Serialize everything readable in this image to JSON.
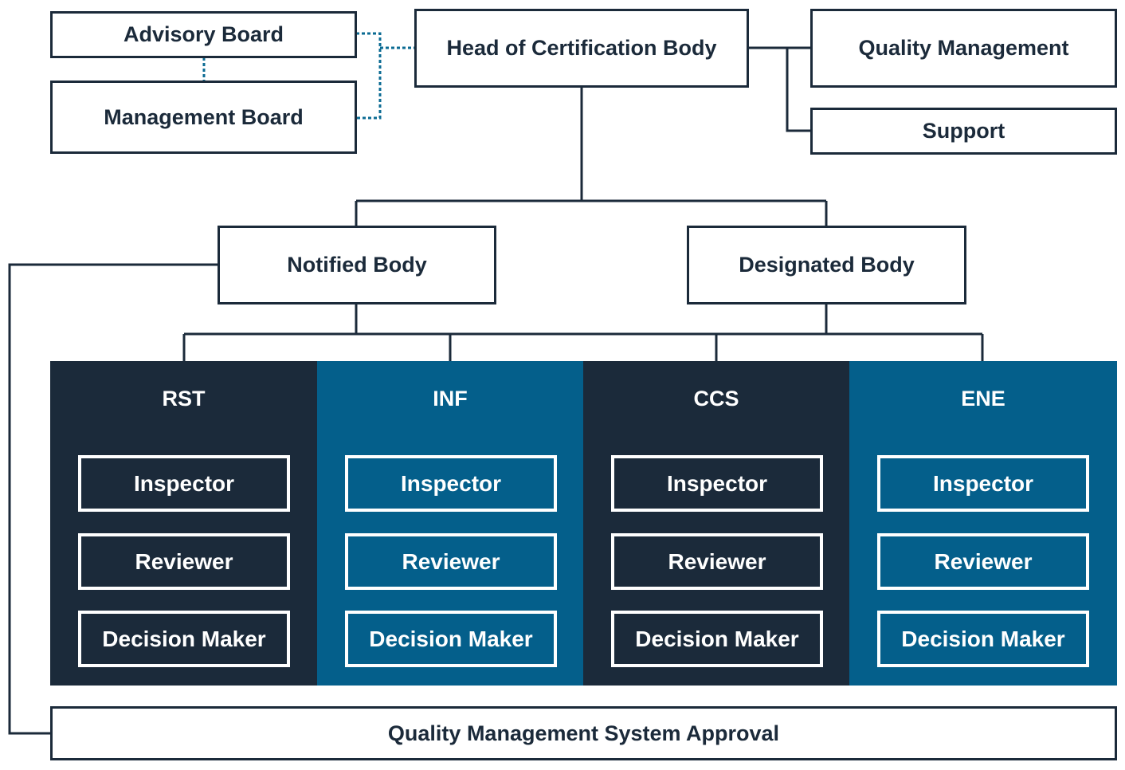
{
  "colors": {
    "line": "#1b2a3a",
    "dotted": "#0b6b93",
    "panel_dark": "#1b2a3a",
    "panel_blue": "#045f8b"
  },
  "head": "Head of Certification Body",
  "advisory_board": "Advisory Board",
  "management_board": "Management Board",
  "quality_management": "Quality Management",
  "support": "Support",
  "notified_body": "Notified Body",
  "designated_body": "Designated Body",
  "divisions": [
    {
      "name": "RST",
      "roles": [
        "Inspector",
        "Reviewer",
        "Decision Maker"
      ]
    },
    {
      "name": "INF",
      "roles": [
        "Inspector",
        "Reviewer",
        "Decision Maker"
      ]
    },
    {
      "name": "CCS",
      "roles": [
        "Inspector",
        "Reviewer",
        "Decision Maker"
      ]
    },
    {
      "name": "ENE",
      "roles": [
        "Inspector",
        "Reviewer",
        "Decision Maker"
      ]
    }
  ],
  "qms_approval": "Quality Management System Approval"
}
